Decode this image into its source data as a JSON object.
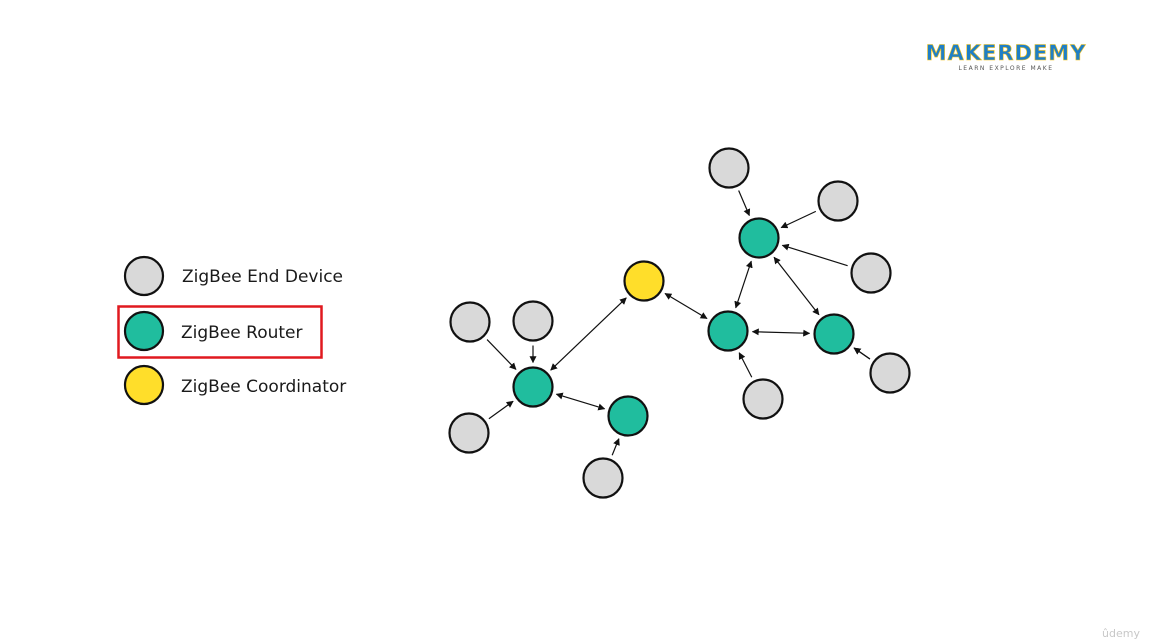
{
  "legend": {
    "items": [
      {
        "label": "ZigBee End Device",
        "type": "end_device"
      },
      {
        "label": "ZigBee Router",
        "type": "router",
        "highlighted": true
      },
      {
        "label": "ZigBee Coordinator",
        "type": "coordinator"
      }
    ]
  },
  "colors": {
    "end_device": "#d9d9d9",
    "router": "#20bd9e",
    "coordinator": "#ffde2a",
    "highlight_box": "#e0191f",
    "logo_blue": "#1f7fc6",
    "logo_yellow": "#f5c219"
  },
  "logo": {
    "main": "MAKERDEMY",
    "tagline": "LEARN EXPLORE MAKE"
  },
  "watermark": "ûdemy",
  "network": {
    "nodes": [
      {
        "id": "C",
        "type": "coordinator"
      },
      {
        "id": "R1",
        "type": "router"
      },
      {
        "id": "R2",
        "type": "router"
      },
      {
        "id": "R3",
        "type": "router"
      },
      {
        "id": "R4",
        "type": "router"
      },
      {
        "id": "R5",
        "type": "router"
      },
      {
        "id": "E1",
        "type": "end_device"
      },
      {
        "id": "E2",
        "type": "end_device"
      },
      {
        "id": "E3",
        "type": "end_device"
      },
      {
        "id": "E4",
        "type": "end_device"
      },
      {
        "id": "E5",
        "type": "end_device"
      },
      {
        "id": "E6",
        "type": "end_device"
      },
      {
        "id": "E7",
        "type": "end_device"
      },
      {
        "id": "E8",
        "type": "end_device"
      },
      {
        "id": "E9",
        "type": "end_device"
      },
      {
        "id": "E10",
        "type": "end_device"
      }
    ],
    "links": [
      {
        "from": "E1",
        "to": "R1",
        "bidirectional": false
      },
      {
        "from": "E2",
        "to": "R1",
        "bidirectional": false
      },
      {
        "from": "E3",
        "to": "R1",
        "bidirectional": false
      },
      {
        "from": "R1",
        "to": "C",
        "bidirectional": true
      },
      {
        "from": "R1",
        "to": "R2",
        "bidirectional": true
      },
      {
        "from": "E4",
        "to": "R2",
        "bidirectional": false
      },
      {
        "from": "C",
        "to": "R3",
        "bidirectional": true
      },
      {
        "from": "R3",
        "to": "R4",
        "bidirectional": true
      },
      {
        "from": "R3",
        "to": "R5",
        "bidirectional": true
      },
      {
        "from": "R4",
        "to": "R5",
        "bidirectional": true
      },
      {
        "from": "E5",
        "to": "R3",
        "bidirectional": false
      },
      {
        "from": "E6",
        "to": "R4",
        "bidirectional": false
      },
      {
        "from": "E7",
        "to": "R4",
        "bidirectional": false
      },
      {
        "from": "E8",
        "to": "R4",
        "bidirectional": false
      },
      {
        "from": "E9",
        "to": "R5",
        "bidirectional": false
      },
      {
        "from": "E10",
        "to": "R5",
        "bidirectional": false
      }
    ]
  }
}
